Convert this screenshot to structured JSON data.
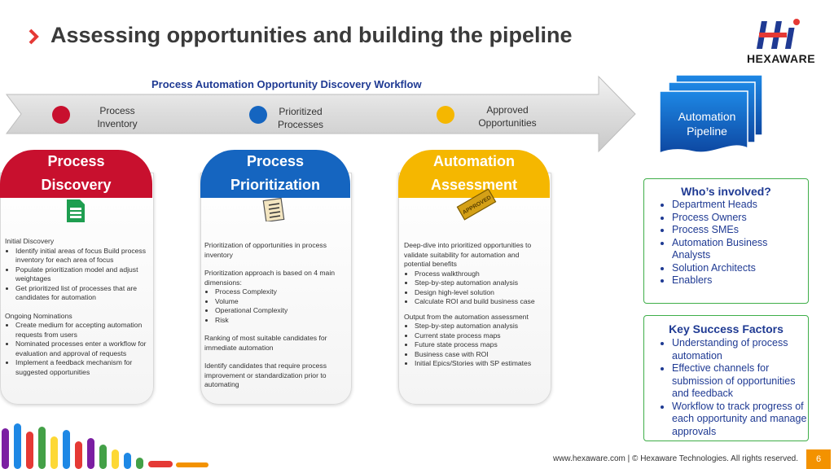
{
  "header": {
    "title": "Assessing opportunities and building the pipeline",
    "logo_text": "HEXAWARE"
  },
  "workflow": {
    "title": "Process Automation Opportunity Discovery Workflow",
    "stages": [
      {
        "label": "Process\nInventory",
        "color": "#c8102e"
      },
      {
        "label": "Prioritized\nProcesses",
        "color": "#1565c0"
      },
      {
        "label": "Approved\nOpportunities",
        "color": "#f5b700"
      }
    ],
    "pipeline_label": "Automation\nPipeline"
  },
  "cards": [
    {
      "tab_line1": "Process",
      "tab_line2": "Discovery",
      "color": "#c8102e",
      "icon": "sheet-icon",
      "sections": [
        {
          "heading": "Initial Discovery",
          "items": [
            "Identify initial areas of focus Build process inventory for each area of focus",
            "Populate prioritization model and adjust weightages",
            "Get prioritized list of processes that are candidates for automation"
          ]
        },
        {
          "heading": "Ongoing Nominations",
          "items": [
            "Create medium for accepting automation requests from users",
            "Nominated processes enter a workflow for evaluation and approval of requests",
            "Implement a feedback mechanism for suggested opportunities"
          ]
        }
      ]
    },
    {
      "tab_line1": "Process",
      "tab_line2": "Prioritization",
      "color": "#1565c0",
      "icon": "checklist-icon",
      "p1": "Prioritization of opportunities in process inventory",
      "p2": "Prioritization approach is based on 4 main dimensions:",
      "items": [
        "Process Complexity",
        "Volume",
        "Operational Complexity",
        "Risk"
      ],
      "p3": "Ranking of most suitable candidates for immediate automation",
      "p4": "Identify candidates that require process improvement or standardization prior to automating"
    },
    {
      "tab_line1": "Automation",
      "tab_line2": "Assessment",
      "color": "#f5b700",
      "icon": "approved-stamp-icon",
      "stamp_text": "APPROVED",
      "p1": "Deep-dive into prioritized opportunities to validate suitability for automation and potential benefits",
      "items1": [
        "Process walkthrough",
        "Step-by-step automation analysis",
        "Design high-level solution",
        "Calculate ROI and build business case"
      ],
      "p2": "Output from the automation assessment",
      "items2": [
        "Step-by-step automation analysis",
        "Current state process maps",
        "Future state process maps",
        "Business case with ROI",
        "Initial Epics/Stories with SP estimates"
      ]
    }
  ],
  "who": {
    "title": "Who’s involved?",
    "items": [
      "Department Heads",
      "Process Owners",
      "Process SMEs",
      "Automation Business Analysts",
      "Solution Architects",
      "Enablers"
    ]
  },
  "ksf": {
    "title": "Key Success Factors",
    "items": [
      "Understanding of process automation",
      "Effective channels for submission of opportunities and feedback",
      "Workflow to track progress of each opportunity and manage approvals"
    ]
  },
  "footer": {
    "text": "www.hexaware.com  | © Hexaware Technologies. All rights reserved.",
    "page": "6"
  },
  "colors": {
    "red": "#c8102e",
    "blue": "#1565c0",
    "yellow": "#f5b700",
    "green": "#3fae49",
    "navy": "#1f3a93",
    "orange": "#f39200"
  }
}
